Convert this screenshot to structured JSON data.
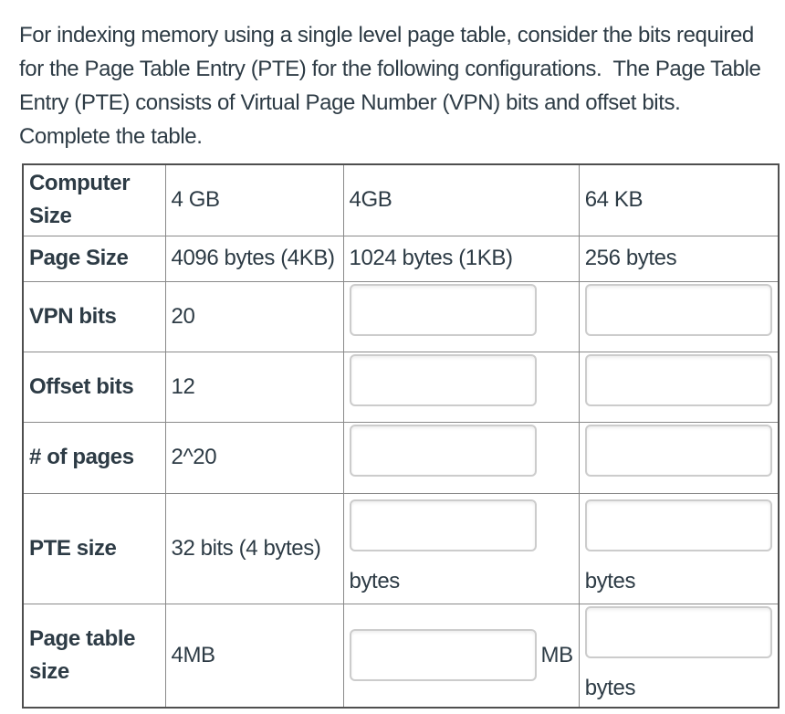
{
  "question": {
    "paragraph_lines": [
      "For indexing memory using a single level page table, consider the bits required",
      "for the Page Table Entry (PTE) for the following configurations.  The Page Table",
      "Entry (PTE) consists of Virtual Page Number (VPN) bits and offset bits.",
      "Complete the table."
    ]
  },
  "table": {
    "rows": [
      {
        "label": "Computer Size",
        "col2": "4 GB",
        "col3": "4GB",
        "col4": "64 KB"
      },
      {
        "label": "Page Size",
        "col2": "4096 bytes (4KB)",
        "col3": "1024 bytes (1KB)",
        "col4": "256 bytes"
      },
      {
        "label": "VPN bits",
        "col2": "20"
      },
      {
        "label": "Offset bits",
        "col2": "12"
      },
      {
        "label": "# of pages",
        "col2": "2^20"
      },
      {
        "label": "PTE size",
        "col2": "32 bits (4 bytes)",
        "col3_unit": "bytes",
        "col4_unit": "bytes"
      },
      {
        "label": "Page table size",
        "col2": "4MB",
        "col3_unit": "MB",
        "col4_unit": "bytes"
      }
    ],
    "input_value": ""
  },
  "colors": {
    "text": "#2d3b45",
    "table_outer_border": "#4f4f4f",
    "table_inner_border": "#8a8a8a",
    "input_border": "#cccccc",
    "background": "#ffffff"
  }
}
